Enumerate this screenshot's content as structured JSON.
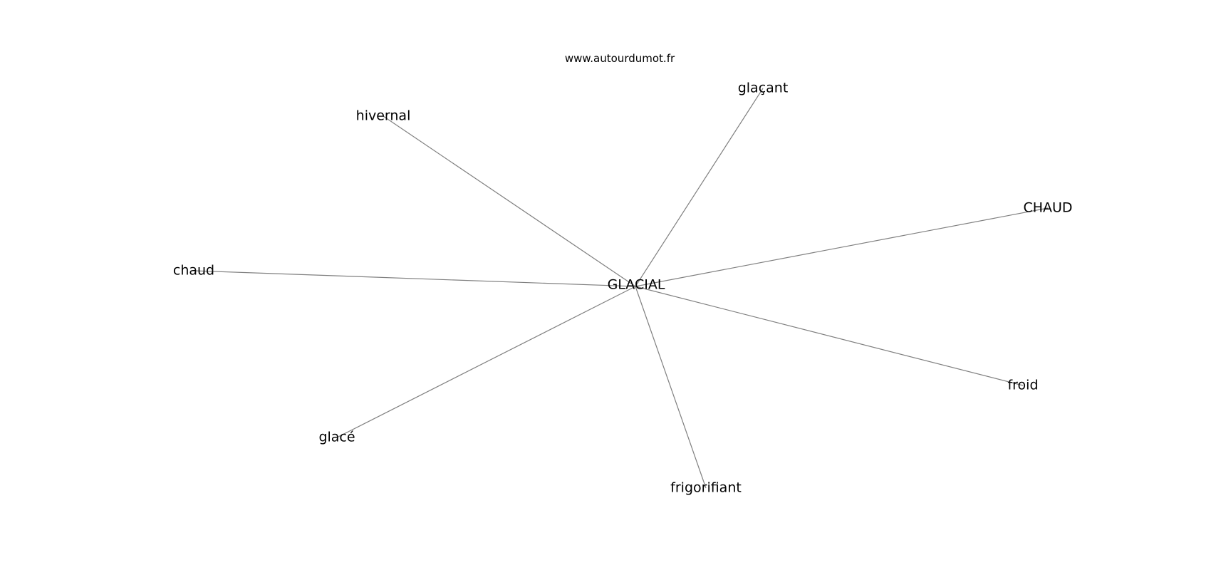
{
  "watermark": "www.autourdumot.fr",
  "center": {
    "id": "glacial",
    "label": "GLACIAL"
  },
  "nodes": [
    {
      "id": "glacant",
      "label": "glaçant"
    },
    {
      "id": "hivernal",
      "label": "hivernal"
    },
    {
      "id": "chaud-upper",
      "label": "CHAUD"
    },
    {
      "id": "chaud",
      "label": "chaud"
    },
    {
      "id": "froid",
      "label": "froid"
    },
    {
      "id": "glace",
      "label": "glacé"
    },
    {
      "id": "frigorifiant",
      "label": "frigorifiant"
    }
  ],
  "edges": [
    {
      "from": "glacial",
      "to": "glacant"
    },
    {
      "from": "glacial",
      "to": "hivernal"
    },
    {
      "from": "glacial",
      "to": "chaud-upper"
    },
    {
      "from": "glacial",
      "to": "chaud"
    },
    {
      "from": "glacial",
      "to": "froid"
    },
    {
      "from": "glacial",
      "to": "glace"
    },
    {
      "from": "glacial",
      "to": "frigorifiant"
    }
  ],
  "colors": {
    "edge": "#7f7f7f",
    "text": "#000000",
    "background": "#ffffff"
  }
}
